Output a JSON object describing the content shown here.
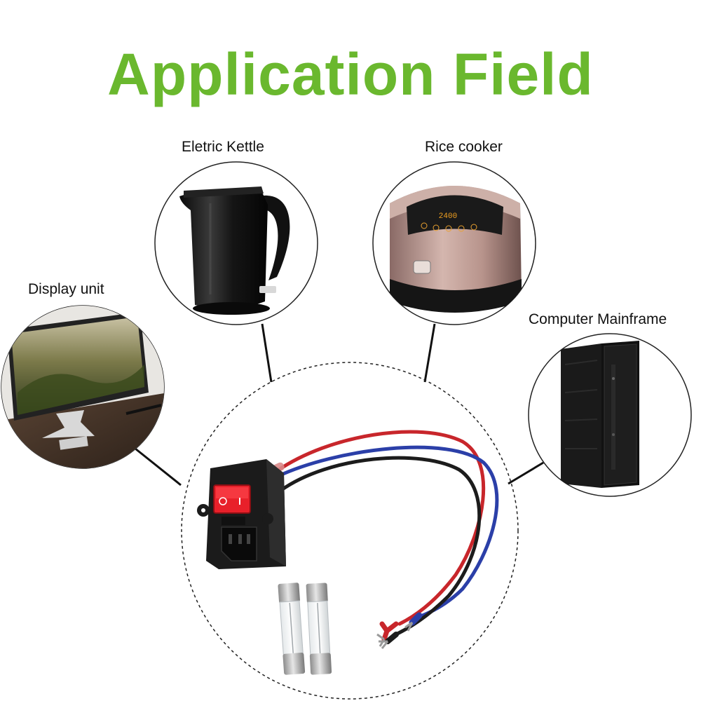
{
  "header": {
    "title": "Application Field"
  },
  "applications": {
    "kettle": "Eletric Kettle",
    "rice_cooker": "Rice cooker",
    "display": "Display unit",
    "computer": "Computer Mainframe"
  },
  "rice_cooker_display": "2400",
  "colors": {
    "title": "#6ab82e",
    "wire_red": "#c8262b",
    "wire_blue": "#2b3fa8",
    "wire_black": "#1c1c1c",
    "switch_red": "#e8202a"
  }
}
